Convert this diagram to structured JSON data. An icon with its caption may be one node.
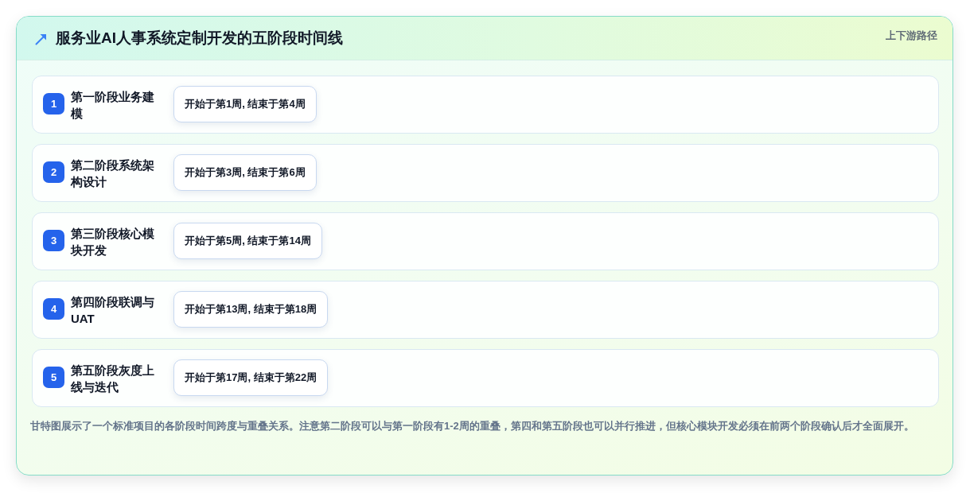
{
  "diagram": {
    "title": "服务业AI人事系统定制开发的五阶段时间线",
    "caption": "甘特图展示了一个标准项目的各阶段时间跨度与重叠关系。注意第二阶段可以与第一阶段有1-2周的重叠，第四和第五阶段也可以并行推进，但核心模块开发必须在前两个阶段确认后才全面展开。",
    "nodes": [
      {
        "text": [
          "第一阶段业务建模"
        ]
      },
      {
        "text": [
          "1"
        ],
        "in": 0
      },
      {
        "text": [
          "开始于第1周, 结束于第4周"
        ],
        "in": 0
      },
      {
        "text": [
          "第二阶段系统架构设计"
        ]
      },
      {
        "text": [
          "2"
        ],
        "in": 3
      },
      {
        "text": [
          "开始于第3周, 结束于第6周"
        ],
        "in": 3
      },
      {
        "text": [
          "第三阶段核心模块开发"
        ]
      },
      {
        "text": [
          "3"
        ],
        "in": 6
      },
      {
        "text": [
          "开始于第5周, 结束于第14周"
        ],
        "in": 6
      },
      {
        "text": [
          "第四阶段联调与UAT"
        ]
      },
      {
        "text": [
          "4"
        ],
        "in": 9
      },
      {
        "text": [
          "开始于第13周, 结束于第18周"
        ],
        "in": 9
      },
      {
        "text": [
          "第五阶段灰度上线与迭代"
        ]
      },
      {
        "text": [
          "5"
        ],
        "in": 12
      },
      {
        "text": [
          "开始于第17周, 结束于第22周"
        ],
        "in": 12
      }
    ],
    "labels": [
      "上下游路径"
    ]
  }
}
